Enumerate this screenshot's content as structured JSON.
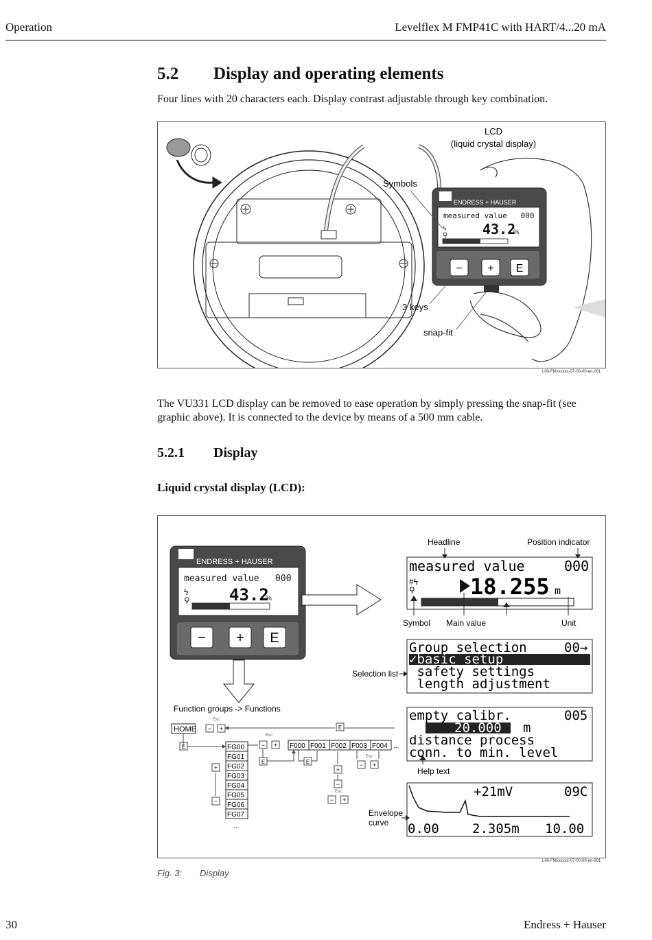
{
  "header": {
    "left": "Operation",
    "right": "Levelflex M FMP41C with HART/4...20 mA"
  },
  "section": {
    "number": "5.2",
    "title": "Display and operating elements",
    "intro": "Four lines with 20 characters each. Display contrast adjustable through key combination."
  },
  "figure1": {
    "label_lcd": "LCD",
    "label_lcd_sub": "(liquid crystal display)",
    "label_symbols": "Symbols",
    "label_keys": "3 keys",
    "label_snapfit": "snap-fit",
    "brand": "ENDRESS + HAUSER",
    "lcd_line1": "measured value   000",
    "lcd_value": "43.2",
    "lcd_unit": "%",
    "key_minus": "−",
    "key_plus": "+",
    "key_e": "E",
    "id": "L00-FMxxxxxx-07-00-00-en-001"
  },
  "paragraph": "The VU331 LCD display can be removed to ease operation by simply pressing the snap-fit (see graphic above). It is connected to the device by means of a 500 mm cable.",
  "subsection": {
    "number": "5.2.1",
    "title": "Display"
  },
  "subheading": "Liquid crystal display (LCD):",
  "figure2": {
    "brand": "ENDRESS + HAUSER",
    "lcd_line1": "measured value   000",
    "lcd_value": "43.2",
    "lcd_unit": "%",
    "key_minus": "−",
    "key_plus": "+",
    "key_e": "E",
    "label_headline": "Headline",
    "label_position": "Position indicator",
    "label_symbol": "Symbol",
    "label_mainvalue": "Main value",
    "label_unit": "Unit",
    "label_selection": "Selection list",
    "label_helptext": "Help text",
    "label_envelope1": "Envelope",
    "label_envelope2": "curve",
    "label_fg": "Function groups -> Functions",
    "screen1": {
      "line1": "measured value",
      "pos": "000",
      "value": "18.255",
      "unit": "m"
    },
    "screen2": {
      "line1": "Group selection",
      "pos": "00→",
      "line2": "✓basic setup",
      "line3": " safety settings",
      "line4": " length adjustment"
    },
    "screen3": {
      "line1": "empty calibr.",
      "pos": "005",
      "value": "20.000",
      "unit": "m",
      "line3": "distance process",
      "line4": "conn. to min. level"
    },
    "screen4": {
      "top": "+21mV",
      "pos": "09C",
      "left": "0.00",
      "mid": "2.305m",
      "right": "10.00"
    },
    "nav": {
      "home": "HOME",
      "esc": "Esc",
      "groups": [
        "FG00",
        "FG01",
        "FG02",
        "FG03",
        "FG04",
        "FG05",
        "FG06",
        "FG07"
      ],
      "functions": [
        "F000",
        "F001",
        "F002",
        "F003",
        "F004"
      ],
      "ellipsis": "..."
    },
    "id": "L00-FMxxxxxx-07-00-00-en-001"
  },
  "caption": {
    "number": "Fig. 3:",
    "text": "Display"
  },
  "footer": {
    "page": "30",
    "brand": "Endress + Hauser"
  }
}
